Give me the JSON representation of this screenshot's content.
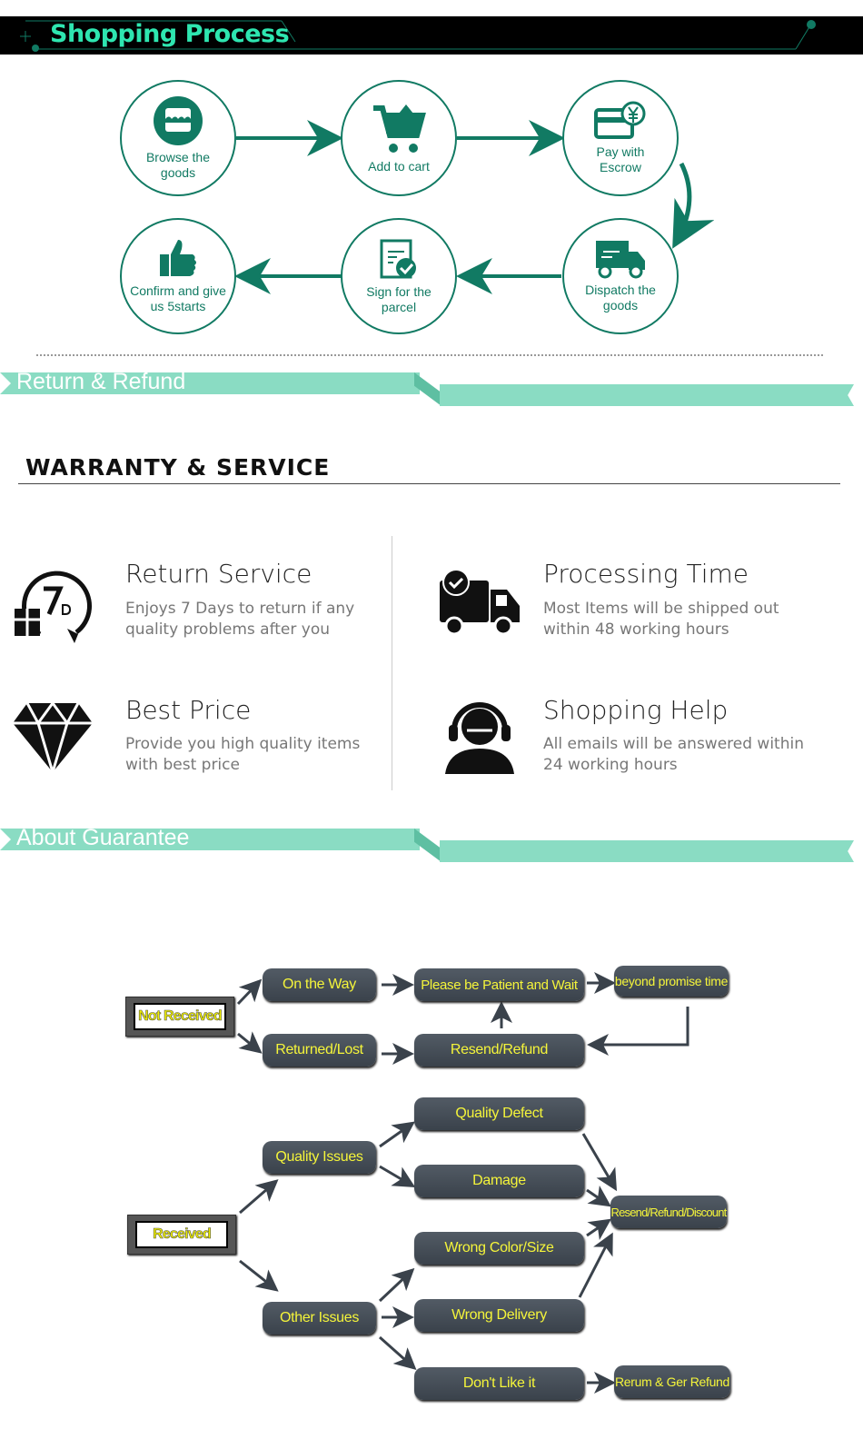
{
  "header": {
    "title": "Shopping Process"
  },
  "process": {
    "steps": [
      {
        "label": "Browse the goods",
        "icon": "store-icon"
      },
      {
        "label": "Add to cart",
        "icon": "cart-icon"
      },
      {
        "label": "Pay with Escrow",
        "icon": "card-yen-icon"
      },
      {
        "label": "Dispatch the goods",
        "icon": "truck-icon"
      },
      {
        "label": "Sign for the parcel",
        "icon": "clipboard-check-icon"
      },
      {
        "label": "Confirm and give us 5starts",
        "icon": "thumbs-up-icon"
      }
    ]
  },
  "banners": {
    "return_refund": "Return & Refund",
    "about_guarantee": "About Guarantee"
  },
  "warranty": {
    "title": "WARRANTY & SERVICE",
    "items": [
      {
        "title": "Return Service",
        "desc": "Enjoys 7 Days to return if any quality problems after you",
        "icon": "7-day-return-icon"
      },
      {
        "title": "Processing Time",
        "desc": "Most Items will be shipped out within 48 working hours",
        "icon": "delivery-truck-icon"
      },
      {
        "title": "Best Price",
        "desc": "Provide you high quality items with best price",
        "icon": "diamond-icon"
      },
      {
        "title": "Shopping Help",
        "desc": "All emails will be answered within 24 working hours",
        "icon": "headset-support-icon"
      }
    ]
  },
  "flow": {
    "not_received": "Not Received",
    "on_the_way": "On the Way",
    "patient": "Please be Patient and Wait",
    "beyond": "beyond promise time",
    "returned_lost": "Returned/Lost",
    "resend_refund": "Resend/Refund",
    "received": "Received",
    "quality_issues": "Quality Issues",
    "quality_defect": "Quality Defect",
    "damage": "Damage",
    "resend_refund_discount": "Resend/Refund/Discount",
    "other_issues": "Other Issues",
    "wrong_color": "Wrong Color/Size",
    "wrong_delivery": "Wrong Delivery",
    "dont_like": "Don't Like it",
    "return_refund": "Rerum & Ger Refund"
  },
  "colors": {
    "accent": "#117a63",
    "banner": "#8adcc3",
    "box": "#3f4750",
    "box_text": "#f5f53a"
  }
}
